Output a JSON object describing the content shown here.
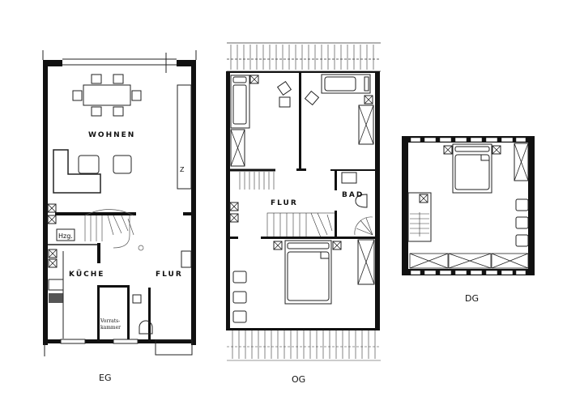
{
  "floors": [
    {
      "id": "eg",
      "label": "EG",
      "rooms": {
        "wohnen": "WOHNEN",
        "kueche": "KÜCHE",
        "flur": "FLUR",
        "hzg": "Hzg.",
        "vorrat_1": "Vorrats-",
        "vorrat_2": "kammer"
      }
    },
    {
      "id": "og",
      "label": "OG",
      "rooms": {
        "flur": "FLUR",
        "bad": "BAD"
      }
    },
    {
      "id": "dg",
      "label": "DG",
      "rooms": {}
    }
  ],
  "colors": {
    "wall": "#111111",
    "line": "#222222",
    "background": "#ffffff"
  }
}
